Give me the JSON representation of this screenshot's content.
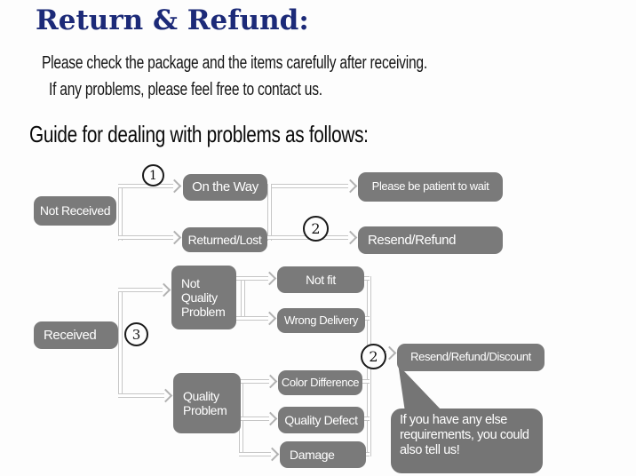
{
  "header": {
    "title": "Return & Refund:",
    "intro_line1": "Please check the package and the items carefully after receiving.",
    "intro_line2": "If any problems, please feel free to contact us.",
    "guide_heading": "Guide for dealing with problems as follows:"
  },
  "colors": {
    "title_navy": "#1c2a78",
    "node_gray": "#7a7a7a",
    "bubble_gray": "#757575",
    "connector_gray": "#c6c6c6",
    "node_text": "#ffffff"
  },
  "flowchart": {
    "markers": {
      "step1": "1",
      "step2": "2",
      "step3": "3"
    },
    "nodes": {
      "not_received": "Not Received",
      "on_the_way": "On the Way",
      "please_be_patient": "Please be patient to wait",
      "returned_lost": "Returned/Lost",
      "resend_refund": "Resend/Refund",
      "received": "Received",
      "not_quality_problem": "Not\nQuality\nProblem",
      "not_fit": "Not fit",
      "wrong_delivery": "Wrong Delivery",
      "quality_problem": "Quality\nProblem",
      "color_difference": "Color Difference",
      "quality_defect": "Quality Defect",
      "damage": "Damage",
      "resend_refund_discount": "Resend/Refund/Discount",
      "note_bubble": "If you have any else\nrequirements, you could\nalso tell us!"
    }
  }
}
